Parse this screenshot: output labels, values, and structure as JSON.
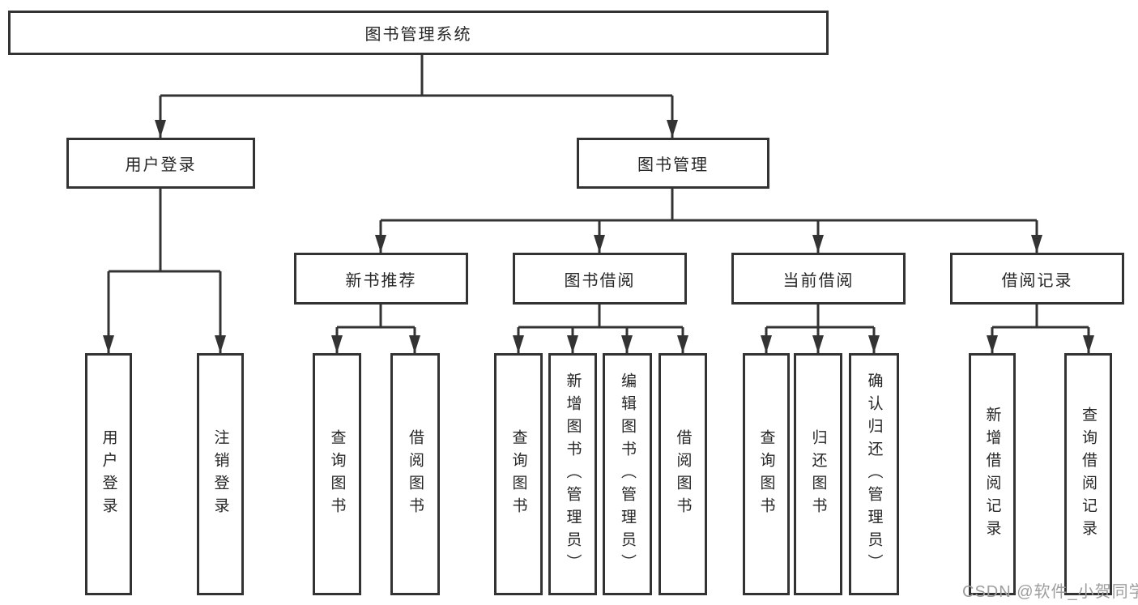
{
  "tree": {
    "label": "图书管理系统",
    "children": [
      {
        "label": "用户登录",
        "children": [
          {
            "label": "用户登录"
          },
          {
            "label": "注销登录"
          }
        ]
      },
      {
        "label": "图书管理",
        "children": [
          {
            "label": "新书推荐",
            "children": [
              {
                "label": "查询图书"
              },
              {
                "label": "借阅图书"
              }
            ]
          },
          {
            "label": "图书借阅",
            "children": [
              {
                "label": "查询图书"
              },
              {
                "label": "新增图书（管理员）"
              },
              {
                "label": "编辑图书（管理员）"
              },
              {
                "label": "借阅图书"
              }
            ]
          },
          {
            "label": "当前借阅",
            "children": [
              {
                "label": "查询图书"
              },
              {
                "label": "归还图书"
              },
              {
                "label": "确认归还（管理员）"
              }
            ]
          },
          {
            "label": "借阅记录",
            "children": [
              {
                "label": "新增借阅记录"
              },
              {
                "label": "查询借阅记录"
              }
            ]
          }
        ]
      }
    ]
  },
  "watermark": "CSDN @软件_小贺同学",
  "colors": {
    "line": "#333333",
    "box_border": "#333333",
    "box_fill": "#ffffff",
    "text": "#262626",
    "watermark": "#9e9e9e",
    "background": "#ffffff"
  }
}
